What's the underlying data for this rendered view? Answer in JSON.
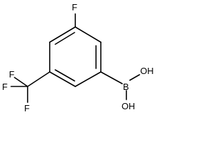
{
  "molecule": {
    "atoms": {
      "f_top": "F",
      "f_cf3_top": "F",
      "f_cf3_left": "F",
      "f_cf3_bottom": "F",
      "oh_top": "OH",
      "b": "B",
      "oh_bottom": "OH"
    },
    "colors": {
      "bond": "#000000",
      "label": "#000000",
      "background": "#ffffff"
    }
  }
}
